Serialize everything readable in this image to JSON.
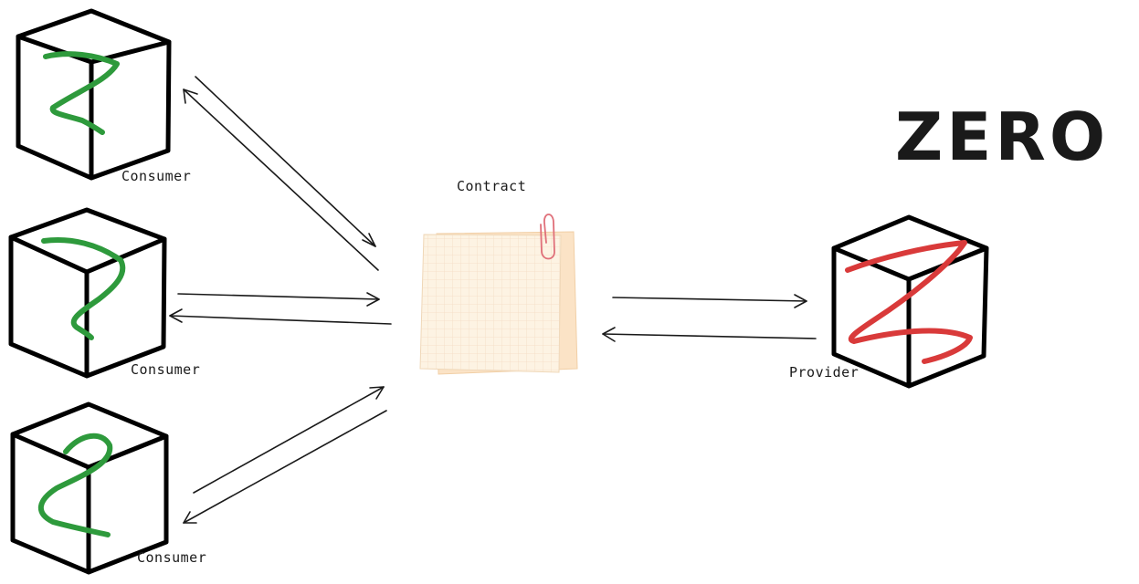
{
  "title": "ZERO",
  "nodes": {
    "consumer_1": {
      "label": "Consumer",
      "glyph_color": "#2e9a3c"
    },
    "consumer_2": {
      "label": "Consumer",
      "glyph_color": "#2e9a3c"
    },
    "consumer_3": {
      "label": "Consumer",
      "glyph_color": "#2e9a3c"
    },
    "contract": {
      "label": "Contract",
      "note_color": "#fdf3e3",
      "clip_color": "#e0707a"
    },
    "provider": {
      "label": "Provider",
      "glyph_color": "#d93a3a"
    }
  }
}
